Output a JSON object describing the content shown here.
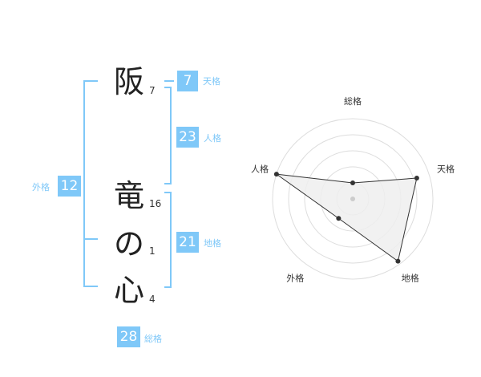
{
  "name_chars": [
    {
      "char": "阪",
      "strokes": "7"
    },
    {
      "char": "竜",
      "strokes": "16"
    },
    {
      "char": "の",
      "strokes": "1"
    },
    {
      "char": "心",
      "strokes": "4"
    }
  ],
  "kaku": {
    "tenkaku": {
      "value": "7",
      "label": "天格"
    },
    "jinkaku": {
      "value": "23",
      "label": "人格"
    },
    "chikaku": {
      "value": "21",
      "label": "地格"
    },
    "gaikaku": {
      "value": "12",
      "label": "外格"
    },
    "soukaku": {
      "value": "28",
      "label": "総格"
    }
  },
  "colors": {
    "accent": "#7fc8f8",
    "radar_fill": "#eeeeee",
    "radar_line": "#333333"
  },
  "chart_data": {
    "type": "radar",
    "categories": [
      "総格",
      "天格",
      "地格",
      "外格",
      "人格"
    ],
    "values": [
      1,
      4.2,
      4.8,
      1.5,
      5
    ],
    "range": [
      0,
      5
    ],
    "rings": 5
  }
}
